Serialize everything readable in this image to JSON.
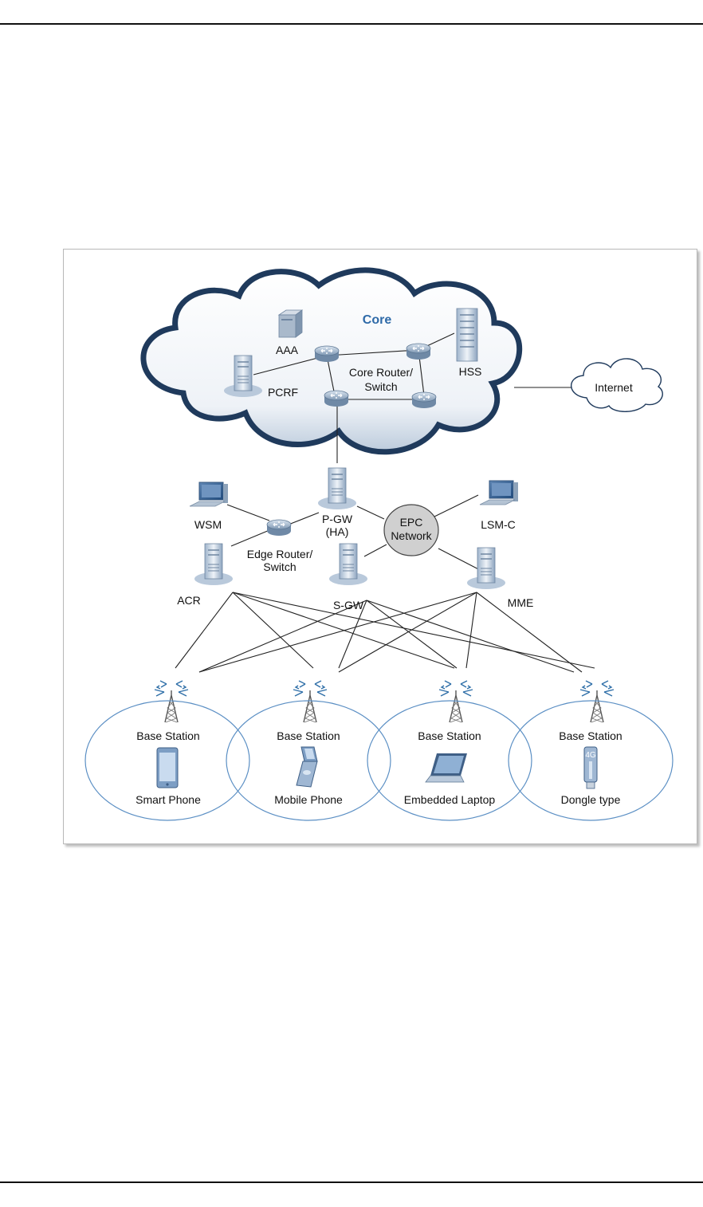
{
  "diagram": {
    "cloud_label": "Core",
    "nodes": {
      "aaa": "AAA",
      "pcrf": "PCRF",
      "hss": "HSS",
      "core_router": [
        "Core Router/",
        "Switch"
      ],
      "internet": "Internet",
      "wsm": "WSM",
      "pgw": [
        "P-GW",
        "(HA)"
      ],
      "epc": [
        "EPC",
        "Network"
      ],
      "lsm": "LSM-C",
      "edge_router": [
        "Edge Router/",
        "Switch"
      ],
      "acr": "ACR",
      "sgw": "S-GW",
      "mme": "MME"
    },
    "cells": [
      {
        "station": "Base Station",
        "device": "Smart Phone",
        "device_icon": "smartphone-icon"
      },
      {
        "station": "Base Station",
        "device": "Mobile Phone",
        "device_icon": "flip-phone-icon"
      },
      {
        "station": "Base Station",
        "device": "Embedded Laptop",
        "device_icon": "laptop-icon"
      },
      {
        "station": "Base Station",
        "device": "Dongle type",
        "device_icon": "usb-dongle-icon"
      }
    ],
    "dongle_badge": "4G",
    "colors": {
      "cloud_outline": "#1f3a5c",
      "cloud_fill": "#c9d5e3",
      "core_label": "#2e6aa8",
      "cell_outline": "#5b8fc4",
      "epc_fill": "#d0d0d0"
    }
  }
}
